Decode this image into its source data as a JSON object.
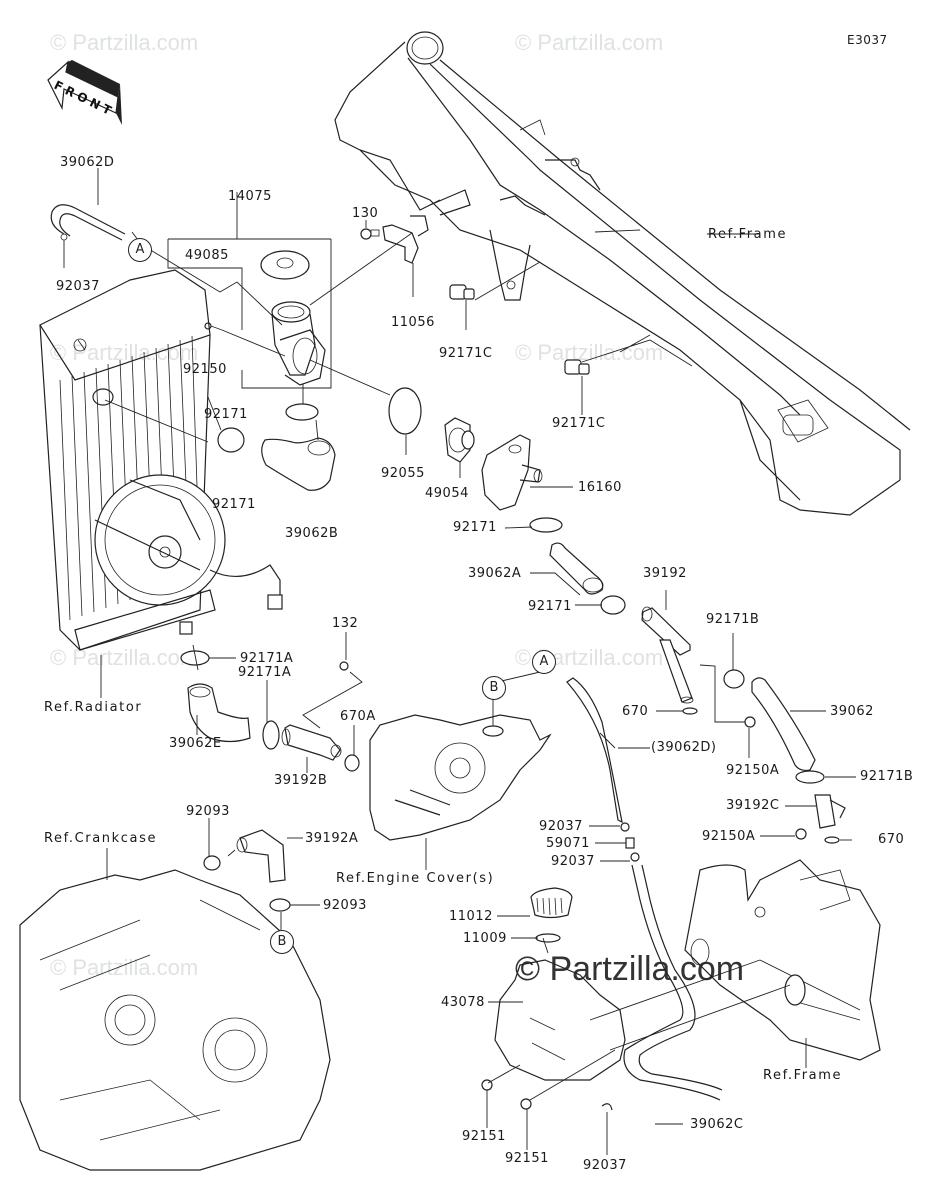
{
  "diagram": {
    "code": "E3037",
    "front_label": "FRONT",
    "watermark": "© Partzilla.com",
    "callouts": {
      "a": "A",
      "b": "B"
    },
    "refs": {
      "frame_top": "Ref.Frame",
      "radiator": "Ref.Radiator",
      "crankcase": "Ref.Crankcase",
      "engine_cover": "Ref.Engine Cover(s)",
      "frame_bottom": "Ref.Frame"
    },
    "parts": {
      "p39062D": "39062D",
      "p92037_top": "92037",
      "p14075": "14075",
      "p49085": "49085",
      "p130": "130",
      "p11056": "11056",
      "p92171C_1": "92171C",
      "p92171C_2": "92171C",
      "p92150": "92150",
      "p92171_a": "92171",
      "p92171_b": "92171",
      "p39062B": "39062B",
      "p92055": "92055",
      "p49054": "49054",
      "p16160": "16160",
      "p92171_c": "92171",
      "p39062A": "39062A",
      "p39192": "39192",
      "p92171_d": "92171",
      "p92171B_1": "92171B",
      "p670_1": "670",
      "p39062": "39062",
      "p39062D_ref": "(39062D)",
      "p92150A_1": "92150A",
      "p92171B_2": "92171B",
      "p39192C": "39192C",
      "p92150A_2": "92150A",
      "p670_2": "670",
      "p92171A_1": "92171A",
      "p92171A_2": "92171A",
      "p132": "132",
      "p670A": "670A",
      "p39062E": "39062E",
      "p39192B": "39192B",
      "p92093_1": "92093",
      "p39192A": "39192A",
      "p92093_2": "92093",
      "p92037_mid1": "92037",
      "p59071": "59071",
      "p92037_mid2": "92037",
      "p11012": "11012",
      "p11009": "11009",
      "p43078": "43078",
      "p92151_1": "92151",
      "p92151_2": "92151",
      "p92037_bot": "92037",
      "p39062C": "39062C"
    }
  }
}
